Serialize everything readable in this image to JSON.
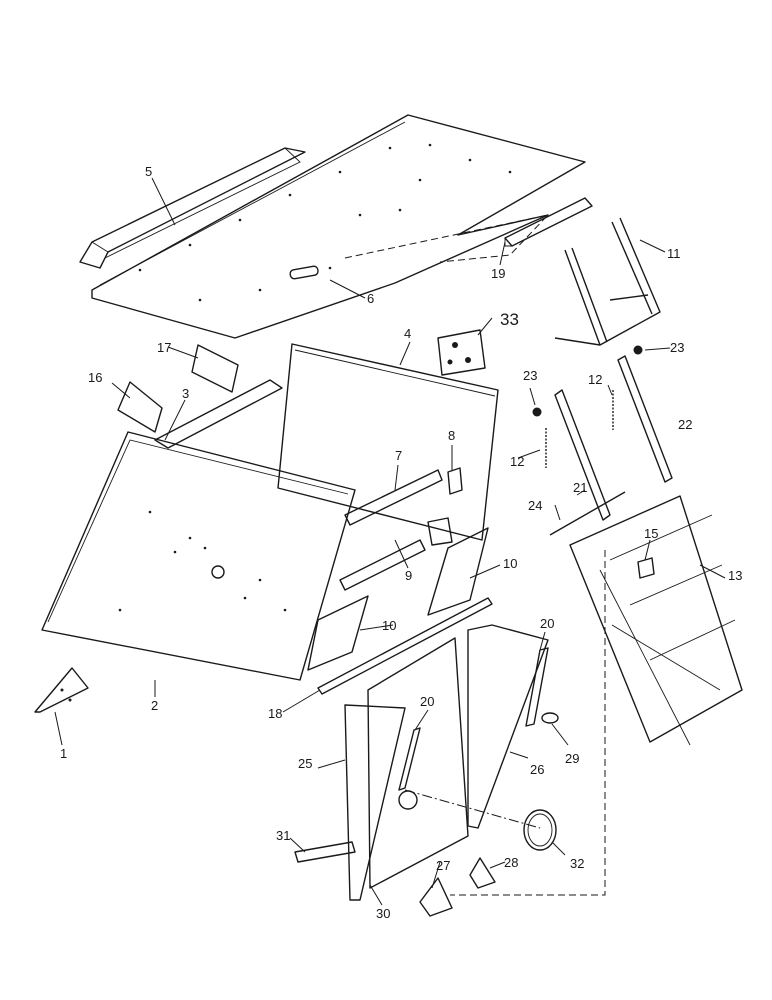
{
  "diagram": {
    "line_color": "#1a1a1a",
    "background": "#ffffff",
    "callouts": [
      "1",
      "2",
      "3",
      "4",
      "5",
      "6",
      "7",
      "8",
      "9",
      "10",
      "10",
      "11",
      "12",
      "12",
      "13",
      "15",
      "16",
      "17",
      "18",
      "19",
      "20",
      "20",
      "21",
      "22",
      "23",
      "23",
      "24",
      "25",
      "26",
      "27",
      "28",
      "29",
      "30",
      "31",
      "32",
      "33"
    ]
  }
}
